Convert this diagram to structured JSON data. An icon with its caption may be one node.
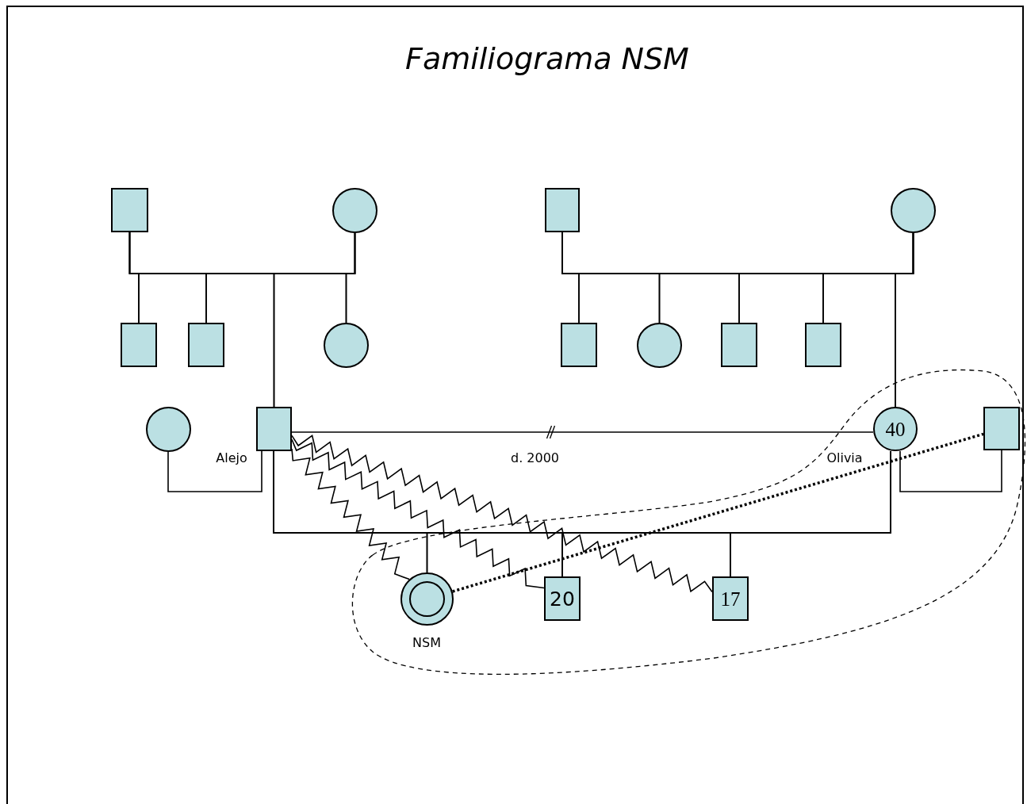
{
  "diagram": {
    "title": "Familiograma NSM",
    "nodes": [
      {
        "text": [],
        "shape": "box"
      },
      {
        "text": [],
        "shape": "circle"
      },
      {
        "text": [],
        "shape": "box"
      },
      {
        "text": [],
        "shape": "circle"
      },
      {
        "text": [],
        "shape": "box"
      },
      {
        "text": [],
        "shape": "box"
      },
      {
        "text": [],
        "shape": "circle"
      },
      {
        "text": [],
        "shape": "box"
      },
      {
        "text": [],
        "shape": "circle"
      },
      {
        "text": [],
        "shape": "box"
      },
      {
        "text": [],
        "shape": "box"
      },
      {
        "text": [],
        "shape": "circle"
      },
      {
        "text": [],
        "shape": "box",
        "beside": [
          "Alejo"
        ]
      },
      {
        "text": [
          "40"
        ],
        "beside": [
          "Olivia"
        ]
      },
      {
        "text": [],
        "shape": "box"
      },
      {
        "text": [],
        "shape": "circle",
        "beside": [
          "NSM"
        ]
      },
      {
        "text": [
          "20"
        ]
      },
      {
        "text": [
          "17"
        ]
      }
    ],
    "edges": [
      {
        "from": 0,
        "to": 4,
        "arrow": "none"
      },
      {
        "from": 1,
        "to": 4,
        "arrow": "none"
      },
      {
        "from": 0,
        "to": 5,
        "arrow": "none"
      },
      {
        "from": 1,
        "to": 5,
        "arrow": "none"
      },
      {
        "from": 0,
        "to": 12,
        "arrow": "none"
      },
      {
        "from": 1,
        "to": 12,
        "arrow": "none"
      },
      {
        "from": 0,
        "to": 6,
        "arrow": "none"
      },
      {
        "from": 1,
        "to": 6,
        "arrow": "none"
      },
      {
        "from": 2,
        "to": 7,
        "arrow": "none"
      },
      {
        "from": 3,
        "to": 7,
        "arrow": "none"
      },
      {
        "from": 2,
        "to": 8,
        "arrow": "none"
      },
      {
        "from": 3,
        "to": 8,
        "arrow": "none"
      },
      {
        "from": 2,
        "to": 9,
        "arrow": "none"
      },
      {
        "from": 3,
        "to": 9,
        "arrow": "none"
      },
      {
        "from": 2,
        "to": 10,
        "arrow": "none"
      },
      {
        "from": 3,
        "to": 10,
        "arrow": "none"
      },
      {
        "from": 2,
        "to": 13,
        "arrow": "none"
      },
      {
        "from": 3,
        "to": 13,
        "arrow": "none"
      },
      {
        "from": 11,
        "to": 12,
        "arrow": "none"
      },
      {
        "from": 12,
        "to": 13,
        "arrow": "none",
        "label": "d. 2000"
      },
      {
        "from": 13,
        "to": 14,
        "arrow": "none"
      },
      {
        "from": 12,
        "to": 15,
        "arrow": "none"
      },
      {
        "from": 12,
        "to": 16,
        "arrow": "none"
      },
      {
        "from": 12,
        "to": 17,
        "arrow": "none"
      },
      {
        "from": 13,
        "to": 15,
        "arrow": "none"
      },
      {
        "from": 13,
        "to": 16,
        "arrow": "none"
      },
      {
        "from": 13,
        "to": 17,
        "arrow": "none"
      },
      {
        "from": 12,
        "to": 15,
        "arrow": "none"
      },
      {
        "from": 12,
        "to": 16,
        "arrow": "none"
      },
      {
        "from": 12,
        "to": 17,
        "arrow": "none"
      },
      {
        "from": 15,
        "to": 14,
        "arrow": "none",
        "style": "dashed"
      }
    ]
  }
}
